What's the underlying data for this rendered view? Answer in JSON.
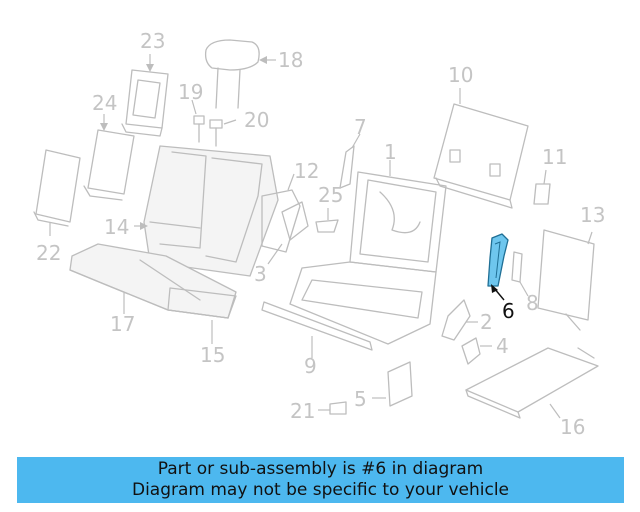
{
  "diagram": {
    "highlight_color": "#6ec6ee",
    "line_color": "#bdbdbd",
    "callouts": {
      "c1": "1",
      "c2": "2",
      "c3": "3",
      "c4": "4",
      "c5": "5",
      "c6": "6",
      "c7": "7",
      "c8": "8",
      "c9": "9",
      "c10": "10",
      "c11": "11",
      "c12": "12",
      "c13": "13",
      "c14": "14",
      "c15": "15",
      "c16": "16",
      "c17": "17",
      "c18": "18",
      "c19": "19",
      "c20": "20",
      "c21": "21",
      "c22": "22",
      "c23": "23",
      "c24": "24",
      "c25": "25"
    },
    "highlighted_part": "6"
  },
  "banner": {
    "background": "#4db8ef",
    "line1": "Part or sub-assembly is #6 in diagram",
    "line2": "Diagram may not be specific to your vehicle"
  }
}
